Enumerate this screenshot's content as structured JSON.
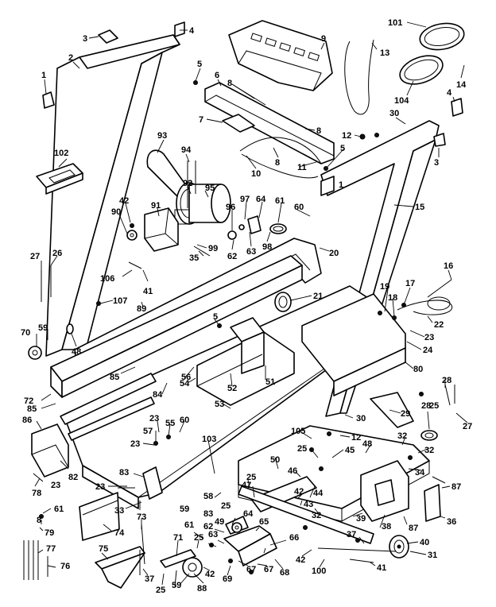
{
  "diagram": {
    "callouts": [
      {
        "id": "c1",
        "text": "1"
      },
      {
        "id": "c2",
        "text": "2"
      },
      {
        "id": "c3a",
        "text": "3"
      },
      {
        "id": "c4a",
        "text": "4"
      },
      {
        "id": "c5a",
        "text": "5"
      },
      {
        "id": "c6",
        "text": "6"
      },
      {
        "id": "c7",
        "text": "7"
      },
      {
        "id": "c8a",
        "text": "8"
      },
      {
        "id": "c8b",
        "text": "8"
      },
      {
        "id": "c8c",
        "text": "8"
      },
      {
        "id": "c9",
        "text": "9"
      },
      {
        "id": "c10",
        "text": "10"
      },
      {
        "id": "c11",
        "text": "11"
      },
      {
        "id": "c1b",
        "text": "1"
      },
      {
        "id": "c12a",
        "text": "12"
      },
      {
        "id": "c13",
        "text": "13"
      },
      {
        "id": "c14",
        "text": "14"
      },
      {
        "id": "c101",
        "text": "101"
      },
      {
        "id": "c104",
        "text": "104"
      },
      {
        "id": "c30a",
        "text": "30"
      },
      {
        "id": "c4b",
        "text": "4"
      },
      {
        "id": "c3b",
        "text": "3"
      },
      {
        "id": "c5b",
        "text": "5"
      },
      {
        "id": "c15",
        "text": "15"
      },
      {
        "id": "c93",
        "text": "93"
      },
      {
        "id": "c94",
        "text": "94"
      },
      {
        "id": "c102",
        "text": "102"
      },
      {
        "id": "c92",
        "text": "92"
      },
      {
        "id": "c95",
        "text": "95"
      },
      {
        "id": "c42a",
        "text": "42"
      },
      {
        "id": "c91",
        "text": "91"
      },
      {
        "id": "c90",
        "text": "90"
      },
      {
        "id": "c99",
        "text": "99"
      },
      {
        "id": "c96",
        "text": "96"
      },
      {
        "id": "c97",
        "text": "97"
      },
      {
        "id": "c64a",
        "text": "64"
      },
      {
        "id": "c61a",
        "text": "61"
      },
      {
        "id": "c60a",
        "text": "60"
      },
      {
        "id": "c62",
        "text": "62"
      },
      {
        "id": "c63a",
        "text": "63"
      },
      {
        "id": "c98",
        "text": "98"
      },
      {
        "id": "c20",
        "text": "20"
      },
      {
        "id": "c35",
        "text": "35"
      },
      {
        "id": "c27a",
        "text": "27"
      },
      {
        "id": "c26",
        "text": "26"
      },
      {
        "id": "c106",
        "text": "106"
      },
      {
        "id": "c41a",
        "text": "41"
      },
      {
        "id": "c107",
        "text": "107"
      },
      {
        "id": "c89",
        "text": "89"
      },
      {
        "id": "c16",
        "text": "16"
      },
      {
        "id": "c19",
        "text": "19"
      },
      {
        "id": "c17",
        "text": "17"
      },
      {
        "id": "c18",
        "text": "18"
      },
      {
        "id": "c21",
        "text": "21"
      },
      {
        "id": "c5c",
        "text": "5"
      },
      {
        "id": "c22",
        "text": "22"
      },
      {
        "id": "c23a",
        "text": "23"
      },
      {
        "id": "c70",
        "text": "70"
      },
      {
        "id": "c59a",
        "text": "59"
      },
      {
        "id": "c48a",
        "text": "48"
      },
      {
        "id": "c24",
        "text": "24"
      },
      {
        "id": "c80a",
        "text": "80"
      },
      {
        "id": "c85a",
        "text": "85"
      },
      {
        "id": "c56",
        "text": "56"
      },
      {
        "id": "c52",
        "text": "52"
      },
      {
        "id": "c51",
        "text": "51"
      },
      {
        "id": "c72",
        "text": "72"
      },
      {
        "id": "c84",
        "text": "84"
      },
      {
        "id": "c54",
        "text": "54"
      },
      {
        "id": "c85b",
        "text": "85"
      },
      {
        "id": "c28a",
        "text": "28"
      },
      {
        "id": "c25a",
        "text": "25"
      },
      {
        "id": "c27b",
        "text": "27"
      },
      {
        "id": "c53",
        "text": "53"
      },
      {
        "id": "c30b",
        "text": "30"
      },
      {
        "id": "c29",
        "text": "29"
      },
      {
        "id": "c28b",
        "text": "28"
      },
      {
        "id": "c86",
        "text": "86"
      },
      {
        "id": "c57",
        "text": "57"
      },
      {
        "id": "c23b",
        "text": "23"
      },
      {
        "id": "c55",
        "text": "55"
      },
      {
        "id": "c60b",
        "text": "60"
      },
      {
        "id": "c23c",
        "text": "23"
      },
      {
        "id": "c105",
        "text": "105"
      },
      {
        "id": "c12b",
        "text": "12"
      },
      {
        "id": "c32a",
        "text": "32"
      },
      {
        "id": "c103",
        "text": "103"
      },
      {
        "id": "c25b",
        "text": "25"
      },
      {
        "id": "c45",
        "text": "45"
      },
      {
        "id": "c48b",
        "text": "48"
      },
      {
        "id": "c32b",
        "text": "32"
      },
      {
        "id": "c82",
        "text": "82"
      },
      {
        "id": "c50",
        "text": "50"
      },
      {
        "id": "c46",
        "text": "46"
      },
      {
        "id": "c34",
        "text": "34"
      },
      {
        "id": "c87a",
        "text": "87"
      },
      {
        "id": "c23d",
        "text": "23"
      },
      {
        "id": "c78",
        "text": "78"
      },
      {
        "id": "c83a",
        "text": "83"
      },
      {
        "id": "c25c",
        "text": "25"
      },
      {
        "id": "c23e",
        "text": "23"
      },
      {
        "id": "c33",
        "text": "33"
      },
      {
        "id": "c58",
        "text": "58"
      },
      {
        "id": "c47",
        "text": "47"
      },
      {
        "id": "c44",
        "text": "44"
      },
      {
        "id": "c42b",
        "text": "42"
      },
      {
        "id": "c43",
        "text": "43"
      },
      {
        "id": "c32c",
        "text": "32"
      },
      {
        "id": "c39",
        "text": "39"
      },
      {
        "id": "c38",
        "text": "38"
      },
      {
        "id": "c87b",
        "text": "87"
      },
      {
        "id": "c36",
        "text": "36"
      },
      {
        "id": "c61b",
        "text": "61"
      },
      {
        "id": "c8d",
        "text": "8"
      },
      {
        "id": "c79",
        "text": "79"
      },
      {
        "id": "c74",
        "text": "74"
      },
      {
        "id": "c59b",
        "text": "59"
      },
      {
        "id": "c73",
        "text": "73"
      },
      {
        "id": "c25d",
        "text": "25"
      },
      {
        "id": "c83b",
        "text": "83"
      },
      {
        "id": "c64b",
        "text": "64"
      },
      {
        "id": "c49",
        "text": "49"
      },
      {
        "id": "c61c",
        "text": "61"
      },
      {
        "id": "c62b",
        "text": "62"
      },
      {
        "id": "c65",
        "text": "65"
      },
      {
        "id": "c66",
        "text": "66"
      },
      {
        "id": "c63b",
        "text": "63"
      },
      {
        "id": "c77",
        "text": "77"
      },
      {
        "id": "c76",
        "text": "76"
      },
      {
        "id": "c75",
        "text": "75"
      },
      {
        "id": "c71",
        "text": "71"
      },
      {
        "id": "c25e",
        "text": "25"
      },
      {
        "id": "c37a",
        "text": "37"
      },
      {
        "id": "c25f",
        "text": "25"
      },
      {
        "id": "c59c",
        "text": "59"
      },
      {
        "id": "c88",
        "text": "88"
      },
      {
        "id": "c42c",
        "text": "42"
      },
      {
        "id": "c69",
        "text": "69"
      },
      {
        "id": "c67a",
        "text": "67"
      },
      {
        "id": "c67b",
        "text": "67"
      },
      {
        "id": "c68",
        "text": "68"
      },
      {
        "id": "c42d",
        "text": "42"
      },
      {
        "id": "c100",
        "text": "100"
      },
      {
        "id": "c37b",
        "text": "37"
      },
      {
        "id": "c40",
        "text": "40"
      },
      {
        "id": "c31",
        "text": "31"
      },
      {
        "id": "c41b",
        "text": "41"
      }
    ]
  }
}
